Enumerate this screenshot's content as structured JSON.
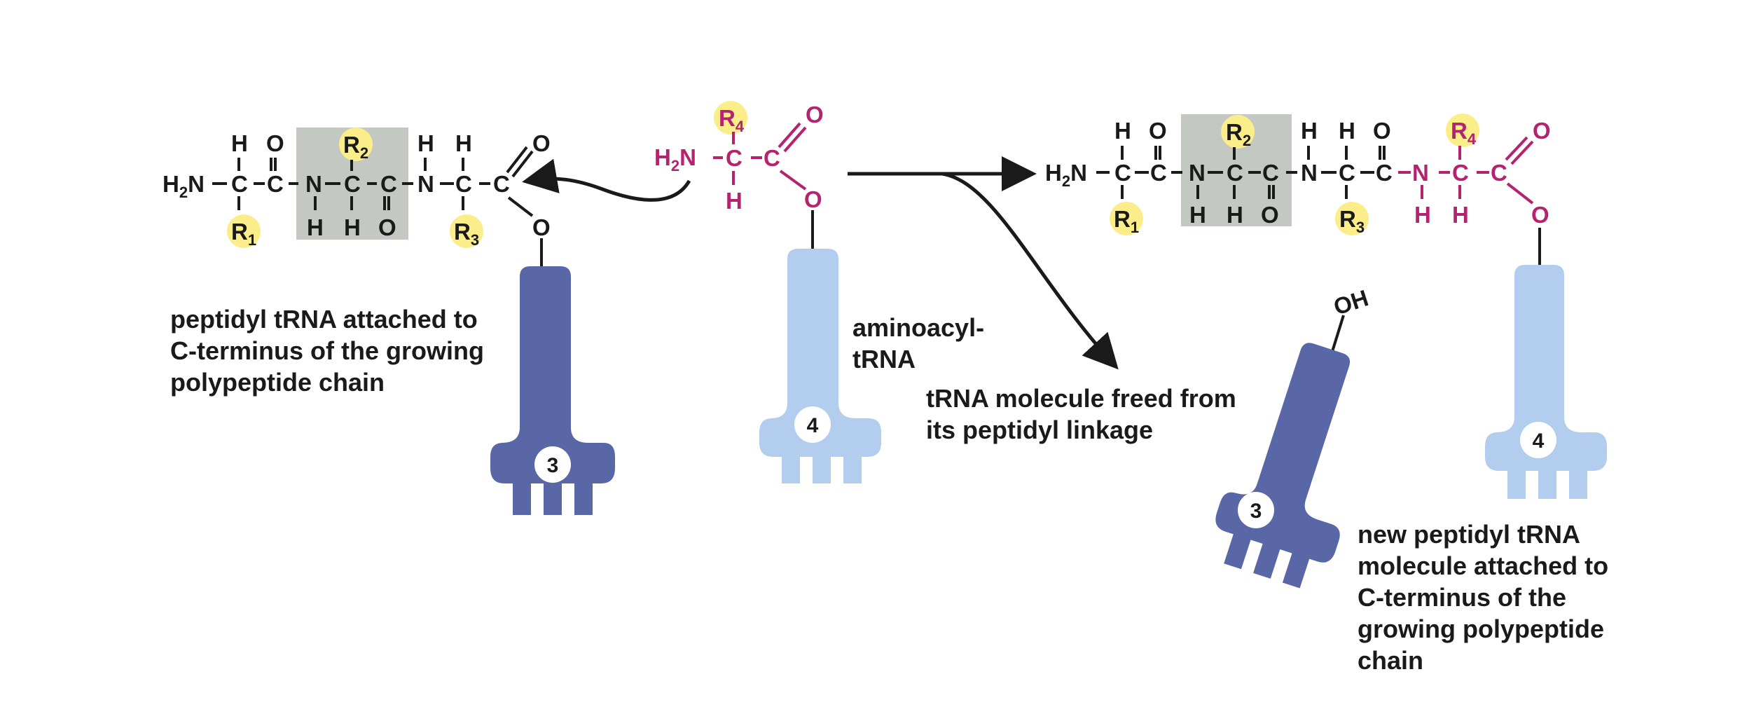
{
  "atoms": {
    "H": "H",
    "C": "C",
    "N": "N",
    "O": "O",
    "OH": "OH",
    "H2N_H": "H",
    "H2N_sub": "2",
    "H2N_N": "N",
    "R": "R",
    "r1": "1",
    "r2": "2",
    "r3": "3",
    "r4": "4"
  },
  "trna_numbers": {
    "left": "3",
    "middle": "4",
    "freed": "3",
    "right": "4"
  },
  "labels": {
    "peptidyl": [
      "peptidyl tRNA attached to",
      "C-terminus of the growing",
      "polypeptide chain"
    ],
    "aminoacyl": [
      "aminoacyl-",
      "tRNA"
    ],
    "freed": [
      "tRNA molecule freed from",
      "its peptidyl linkage"
    ],
    "new_peptidyl": [
      "new peptidyl tRNA",
      "molecule  attached to",
      "C-terminus of  the",
      "growing  polypeptide",
      "chain"
    ]
  },
  "colors": {
    "amino_acid_4": "#b5226e",
    "r_group": "#fbee8a",
    "shaded_residue": "#c4c8c3",
    "trna_3": "#5a67a6",
    "trna_4": "#b3cdef"
  }
}
